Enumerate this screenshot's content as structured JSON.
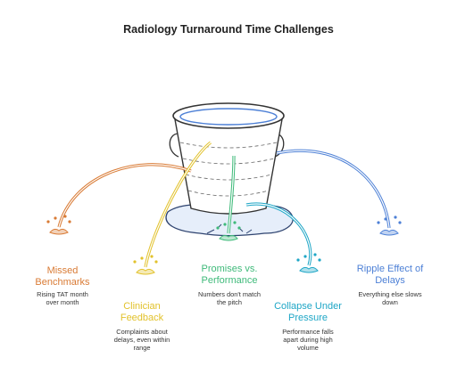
{
  "title": "Radiology Turnaround Time Challenges",
  "items": [
    {
      "title": "Missed Benchmarks",
      "desc": "Rising TAT month over month",
      "color": "#d97b35"
    },
    {
      "title": "Clinician Feedback",
      "desc": "Complaints about delays, even within range",
      "color": "#e2c22c"
    },
    {
      "title": "Promises vs. Performance",
      "desc": "Numbers don't match the pitch",
      "color": "#3fba7a"
    },
    {
      "title": "Collapse Under Pressure",
      "desc": "Performance falls apart during high volume",
      "color": "#1ea6c6"
    },
    {
      "title": "Ripple Effect of Delays",
      "desc": "Everything else slows down",
      "color": "#4d80d6"
    }
  ],
  "icons": [
    "bucket-icon",
    "water-splash-icon"
  ]
}
